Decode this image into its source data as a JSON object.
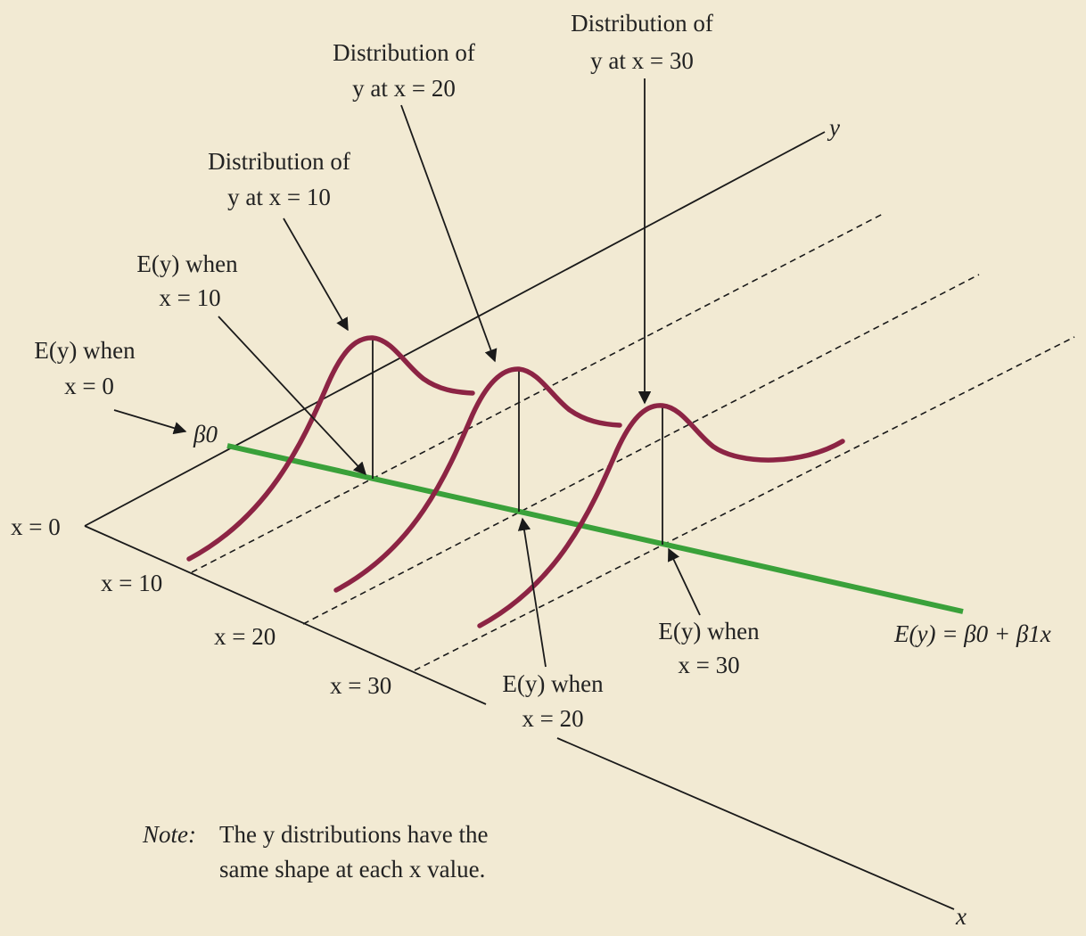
{
  "colors": {
    "background": "#f2ead3",
    "distribution_curve": "#8c2444",
    "regression_line": "#3aa13a",
    "ink": "#1a1a1a"
  },
  "axes": {
    "y_label": "y",
    "x_label": "x",
    "origin_label": "x = 0",
    "tick_x10": "x = 10",
    "tick_x20": "x = 20",
    "tick_x30": "x = 30"
  },
  "labels": {
    "dist_x10_line1": "Distribution of",
    "dist_x10_line2": "y at x = 10",
    "dist_x20_line1": "Distribution of",
    "dist_x20_line2": "y at x = 20",
    "dist_x30_line1": "Distribution of",
    "dist_x30_line2": "y at x = 30",
    "ey_x0_line1": "E(y) when",
    "ey_x0_line2": "x = 0",
    "ey_x10_line1": "E(y) when",
    "ey_x10_line2": "x = 10",
    "ey_x20_line1": "E(y) when",
    "ey_x20_line2": "x = 20",
    "ey_x30_line1": "E(y) when",
    "ey_x30_line2": "x = 30",
    "beta0": "β0",
    "equation": "E(y) = β0 + β1x"
  },
  "note": {
    "label": "Note:",
    "line1": "The y distributions have the",
    "line2": "same shape at each x value."
  }
}
